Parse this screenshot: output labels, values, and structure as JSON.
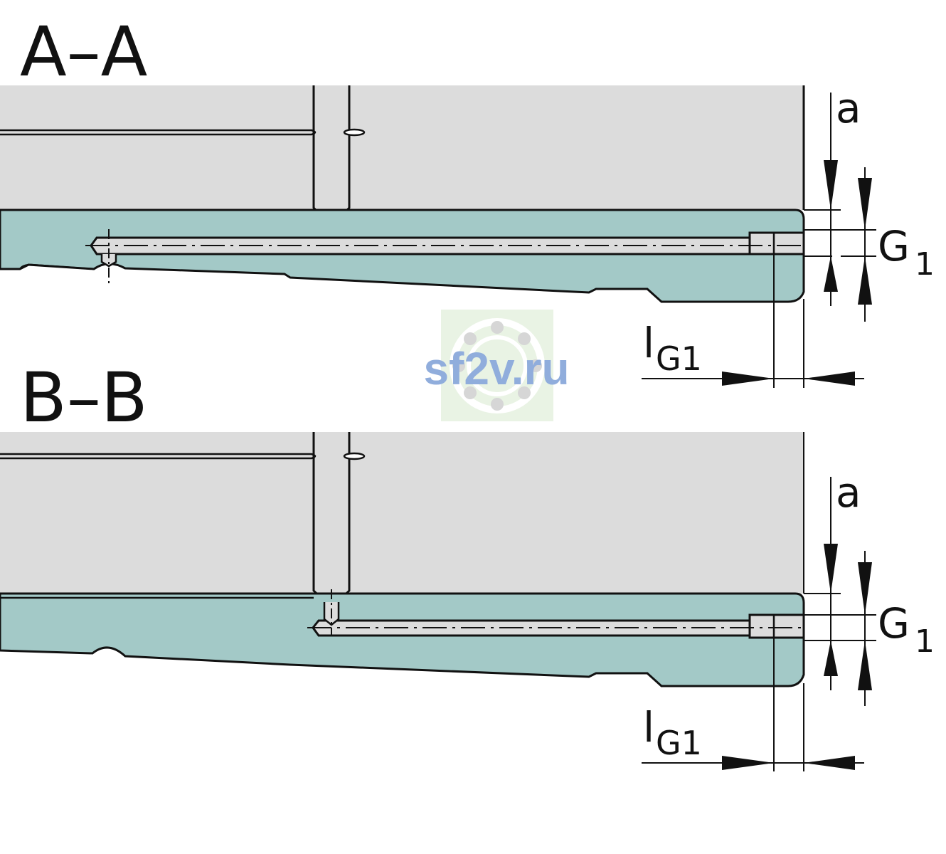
{
  "sections": [
    {
      "title": "A–A",
      "dims": {
        "a": "a",
        "G": "G",
        "G_sub": "1",
        "l": "l",
        "l_sub": "G1"
      }
    },
    {
      "title": "B–B",
      "dims": {
        "a": "a",
        "G": "G",
        "G_sub": "1",
        "l": "l",
        "l_sub": "G1"
      }
    }
  ],
  "watermark": {
    "text": "sf2v.ru"
  },
  "colors": {
    "grey_fill": "#dcdcdc",
    "teal_fill": "#a3c9c7",
    "outline": "#111111",
    "watermark_text": "#7d9fd6",
    "watermark_bg": "#e6f2e0"
  }
}
